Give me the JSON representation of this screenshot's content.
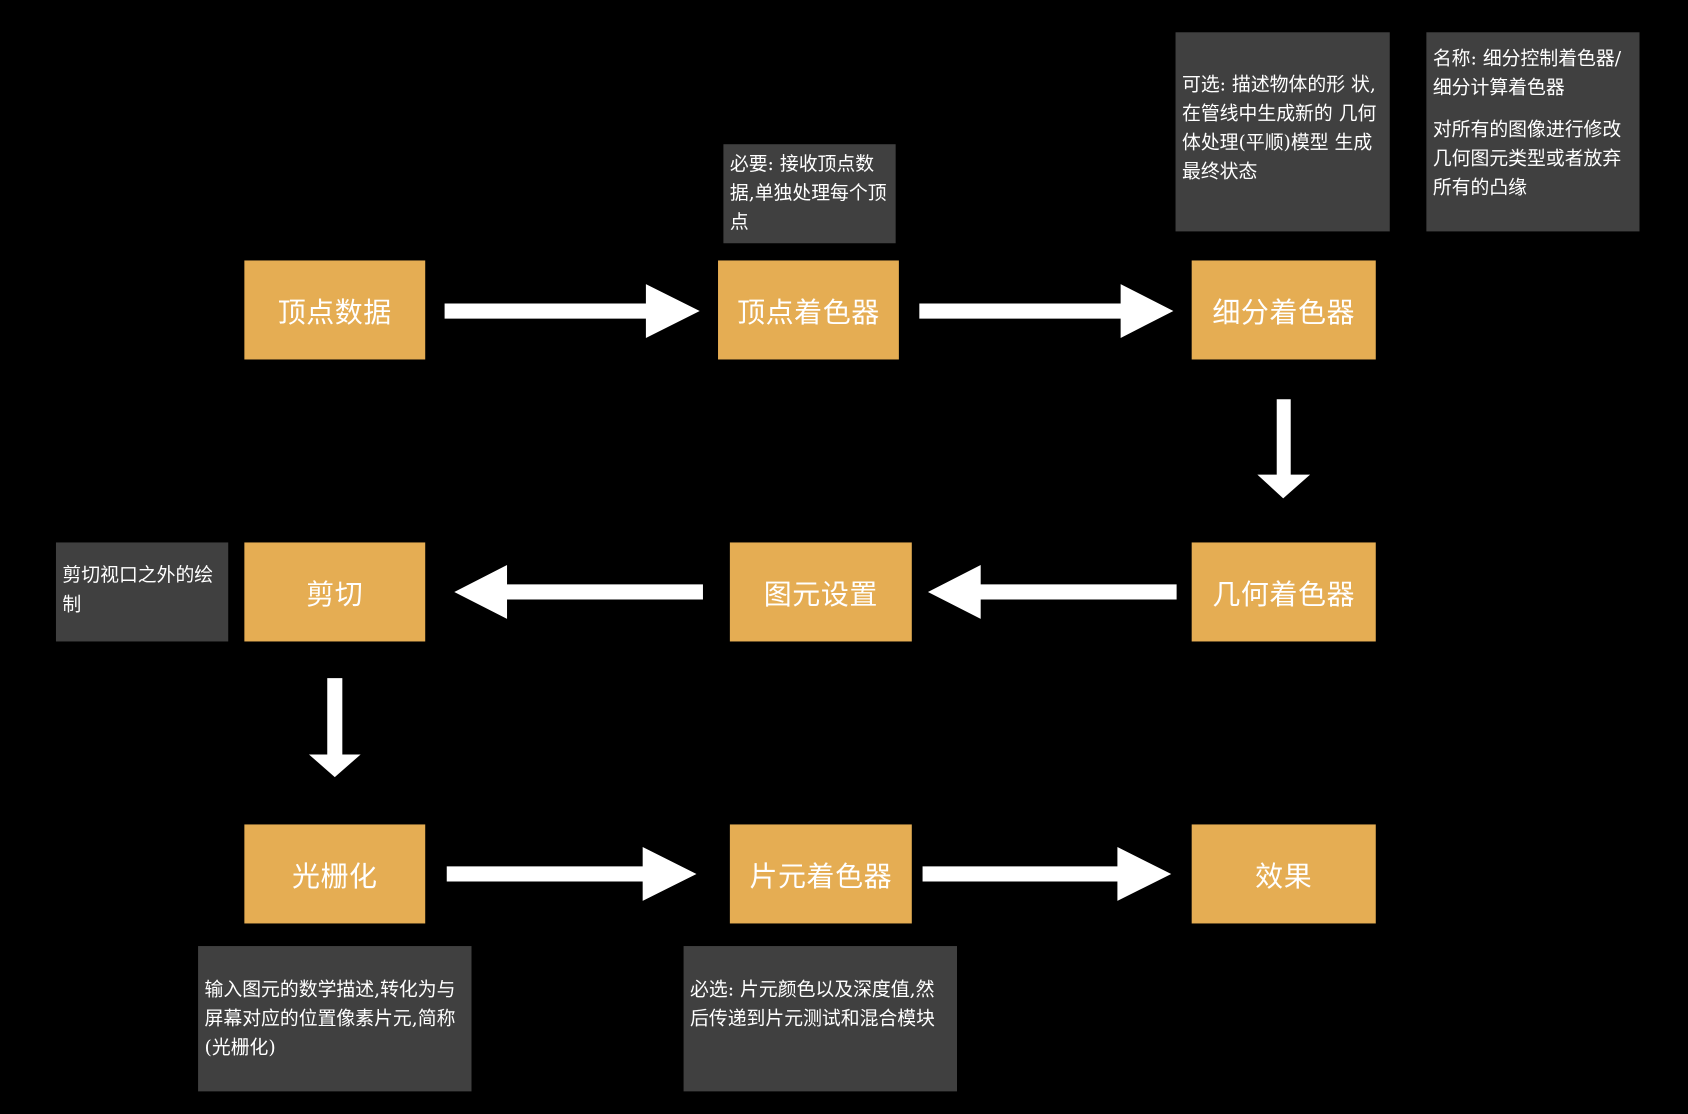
{
  "nodes": {
    "vertex_data": "顶点数据",
    "vertex_shader": "顶点着色器",
    "tessellation_shader": "细分着色器",
    "geometry_shader": "几何着色器",
    "primitive_setup": "图元设置",
    "clipping": "剪切",
    "rasterization": "光栅化",
    "fragment_shader": "片元着色器",
    "effect": "效果"
  },
  "notes": {
    "vertex_shader_note": "必要: 接收顶点数据,单独处理每个顶点",
    "tessellation_note": "可选: 描述物体的形 状,在管线中生成新的 几何体处理(平顺)模型 生成最终状态",
    "tessellation_name_note": "名称: 细分控制着色器/细分计算着色器",
    "geometry_note": "对所有的图像进行修改几何图元类型或者放弃所有的凸缘",
    "clipping_note": "剪切视口之外的绘制",
    "rasterization_note": "输入图元的数学描述,转化为与屏幕对应的位置像素片元,简称(光栅化)",
    "fragment_note": "必选: 片元颜色以及深度值,然后传递到片元测试和混合模块"
  },
  "colors": {
    "background": "#000000",
    "stage_box": "#e5ad53",
    "note_box": "#404040",
    "arrow": "#ffffff",
    "text": "#ffffff"
  }
}
